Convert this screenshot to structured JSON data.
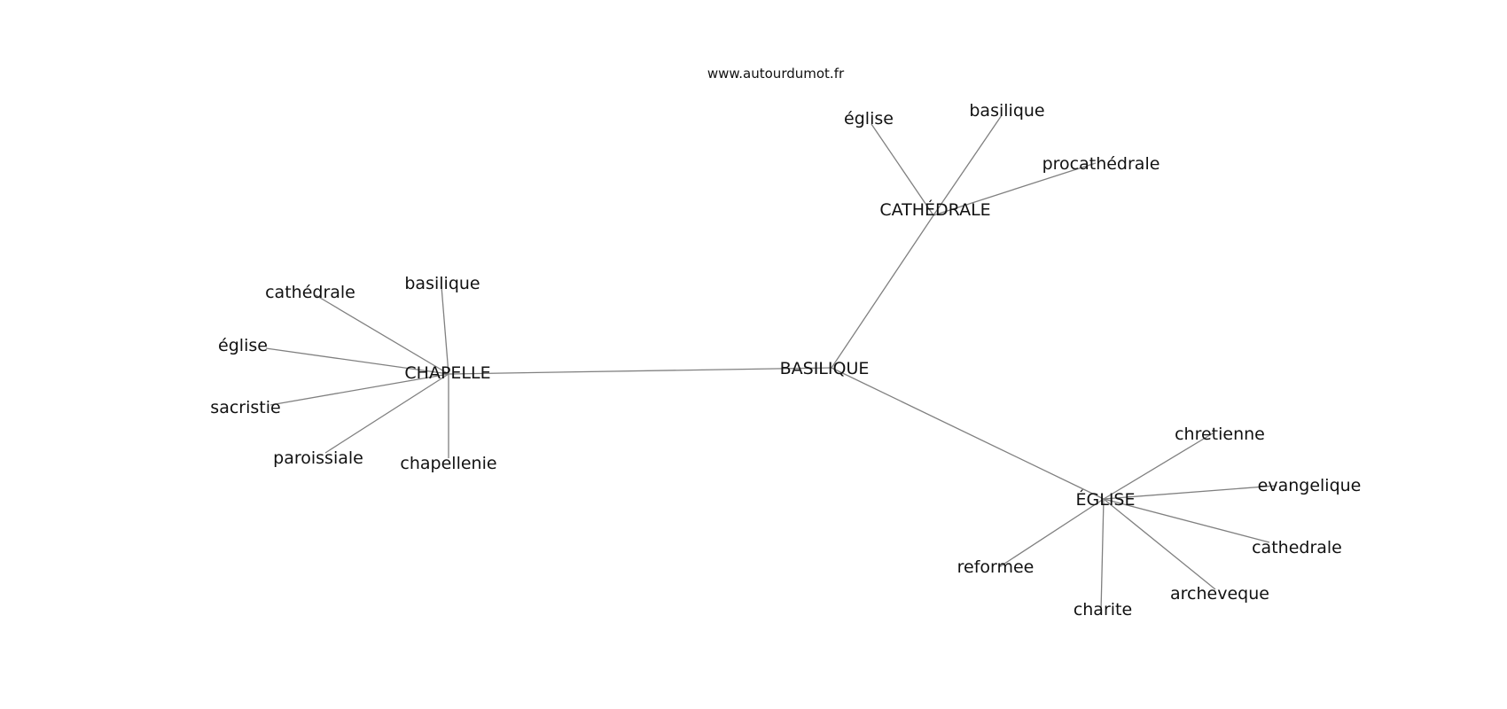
{
  "watermark": "www.autourdumot.fr",
  "hubs": {
    "basilique": "BASILIQUE",
    "cathedrale": "CATHÉDRALE",
    "chapelle": "CHAPELLE",
    "eglise": "ÉGLISE"
  },
  "cathedrale_words": {
    "eglise": "église",
    "basilique": "basilique",
    "procathedrale": "procathédrale"
  },
  "chapelle_words": {
    "cathedrale": "cathédrale",
    "basilique": "basilique",
    "eglise": "église",
    "sacristie": "sacristie",
    "paroissiale": "paroissiale",
    "chapellenie": "chapellenie"
  },
  "eglise_words": {
    "chretienne": "chretienne",
    "evangelique": "evangelique",
    "cathedrale": "cathedrale",
    "archeveque": "archeveque",
    "charite": "charite",
    "reformee": "reformee"
  }
}
